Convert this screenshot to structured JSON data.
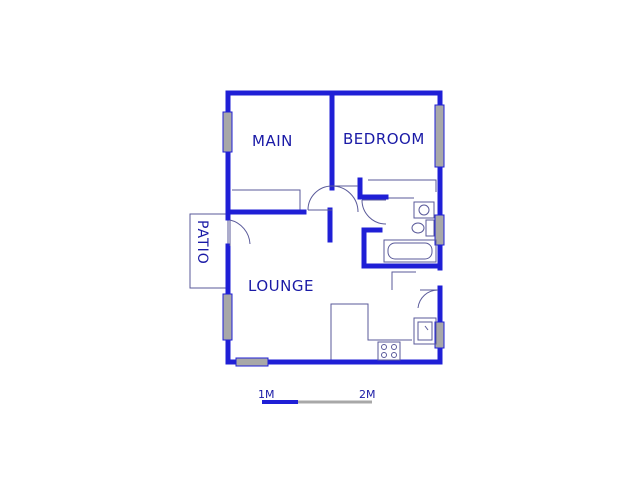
{
  "rooms": {
    "main": "MAIN",
    "bedroom": "BEDROOM",
    "lounge": "LOUNGE",
    "patio": "PATIO"
  },
  "scale_bar": {
    "label_start": "1M",
    "label_end": "2M"
  },
  "colors": {
    "wall": "#1f1fd6",
    "detail": "#5a5a9a",
    "window_fill": "#a8a8a8",
    "text": "#1a1aa6"
  },
  "icons": [
    "door-swing-icon",
    "window-icon",
    "bath-icon",
    "toilet-icon",
    "basin-icon",
    "stove-icon",
    "sink-icon"
  ]
}
